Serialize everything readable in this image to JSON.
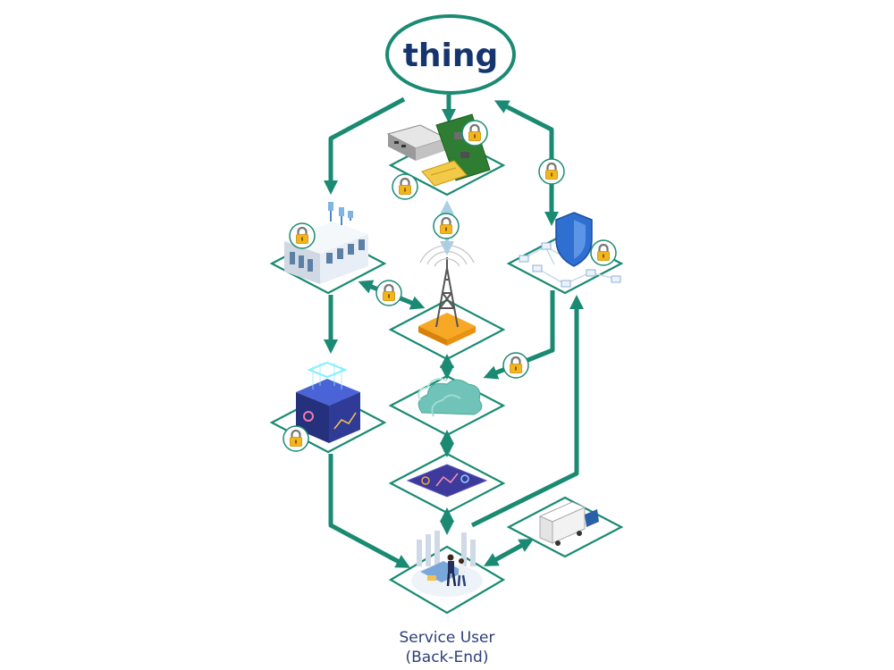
{
  "top_node": {
    "title": "thing"
  },
  "bottom_node": {
    "line1": "Service User",
    "line2": "(Back-End)"
  },
  "colors": {
    "arrow": "#1a8a73",
    "tile_border": "#1a8a73",
    "lock_body": "#f2b51c",
    "title_text": "#14356e",
    "label_text": "#2d3f7a"
  },
  "icons": [
    "device-hardware-icon",
    "building-antenna-icon",
    "security-shield-network-icon",
    "cell-tower-icon",
    "data-center-cube-icon",
    "cloud-icon",
    "dashboard-screen-icon",
    "delivery-truck-icon",
    "service-user-people-icon",
    "padlock-icon"
  ]
}
